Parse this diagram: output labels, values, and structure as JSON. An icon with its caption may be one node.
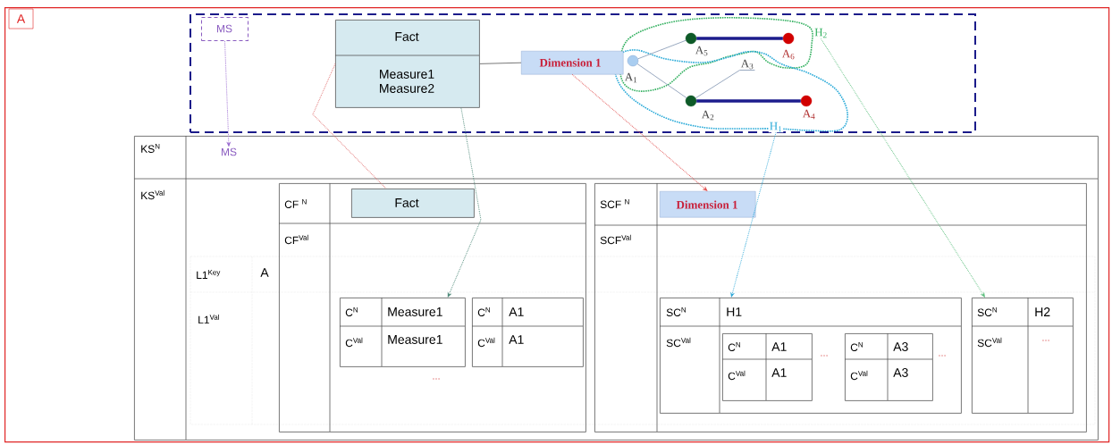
{
  "diagram": {
    "nodes": [
      {
        "text": [
          "A"
        ]
      },
      {
        "text": [],
        "shape": "box",
        "in": 0
      },
      {
        "text": [
          "MS"
        ],
        "in": 1
      },
      {
        "text": [
          "Fact",
          "Measure1 Measure2"
        ],
        "in": 1
      },
      {
        "text": [
          "Dimension 1"
        ],
        "in": 1
      },
      {
        "text": [
          "H$_{2}$"
        ],
        "in": 1
      },
      {
        "text": [
          "H$_{1}$"
        ],
        "in": 1
      },
      {
        "text": [],
        "shape": "circle",
        "beside": [
          "A$_{1}$"
        ],
        "in": 1
      },
      {
        "text": [],
        "shape": "circle",
        "beside": [
          "A$_{5}$"
        ],
        "in": 1
      },
      {
        "text": [],
        "shape": "circle",
        "beside": [
          "A$_{6}$"
        ],
        "in": 1
      },
      {
        "text": [],
        "shape": "circle",
        "beside": [
          "A$_{2}$"
        ],
        "in": 1
      },
      {
        "text": [],
        "shape": "circle",
        "beside": [
          "A$_{4}$"
        ],
        "in": 1
      },
      {
        "text": [
          "A$_{3}$"
        ],
        "in": 1
      },
      {
        "text": [
          "KS$^{N}$",
          "KS$^{Val}$"
        ],
        "in": 0
      },
      {
        "text": [
          "MS"
        ],
        "in": 13
      },
      {
        "text": [
          "CF $^{N}$",
          "CF$^{Val}$"
        ],
        "in": 13
      },
      {
        "text": [
          "Fact"
        ],
        "in": 15
      },
      {
        "text": [
          "SCF $^{N}$",
          "SCF$^{Val}$"
        ],
        "in": 13
      },
      {
        "text": [
          "Dimension 1"
        ],
        "in": 17
      },
      {
        "text": [
          "C$^{N}$",
          "Measure1",
          "C$^{Val}$",
          "Measure1"
        ],
        "in": 15
      },
      {
        "text": [
          "C$^{N}$",
          "A1",
          "C$^{Val}$",
          "A1"
        ],
        "in": 15
      },
      {
        "text": [
          "SC$^{N}$",
          "H1",
          "SC$^{Val}$"
        ],
        "in": 17
      },
      {
        "text": [
          "C$^{N}$",
          "A1",
          "C$^{Val}$",
          "A1"
        ],
        "in": 21
      },
      {
        "text": [
          "C$^{N}$",
          "A3",
          "C$^{Val}$",
          "A3"
        ],
        "in": 21
      },
      {
        "text": [
          "SC$^{N}$",
          "H2",
          "SC$^{Val}$",
          "..."
        ],
        "in": 17
      }
    ],
    "edges": [
      {
        "from": 3,
        "to": 4,
        "arrow": "none",
        "color": "#555555"
      },
      {
        "from": 7,
        "to": 8,
        "arrow": "none",
        "color": "#7f93b0"
      },
      {
        "from": 7,
        "to": 10,
        "arrow": "none",
        "color": "#7f93b0"
      },
      {
        "from": 8,
        "to": 9,
        "arrow": "none",
        "style": "thick",
        "color": "#1c1c8c"
      },
      {
        "from": 10,
        "to": 11,
        "arrow": "none",
        "style": "thick",
        "color": "#1c1c8c"
      },
      {
        "from": 10,
        "to": 12,
        "arrow": "none",
        "color": "#7f93b0"
      },
      {
        "from": 2,
        "to": 14,
        "arrow": "to",
        "style": "dashed",
        "color": "#9a6ad0"
      },
      {
        "from": 3,
        "to": 16,
        "arrow": "none",
        "style": "dashed",
        "color": "#e07070"
      },
      {
        "from": 3,
        "to": 19,
        "arrow": "to",
        "style": "dashed",
        "color": "#4f8a7a"
      },
      {
        "from": 4,
        "to": 18,
        "arrow": "to",
        "style": "dashed",
        "color": "#e05050"
      },
      {
        "from": 6,
        "to": 21,
        "arrow": "to",
        "style": "dashed",
        "color": "#30a8d8"
      },
      {
        "from": 5,
        "to": 24,
        "arrow": "to",
        "style": "dashed",
        "color": "#60c080"
      }
    ],
    "labels": [
      "L1$^{Key}$",
      "A",
      "L1$^{Val}$",
      "...",
      "...",
      "..."
    ]
  }
}
